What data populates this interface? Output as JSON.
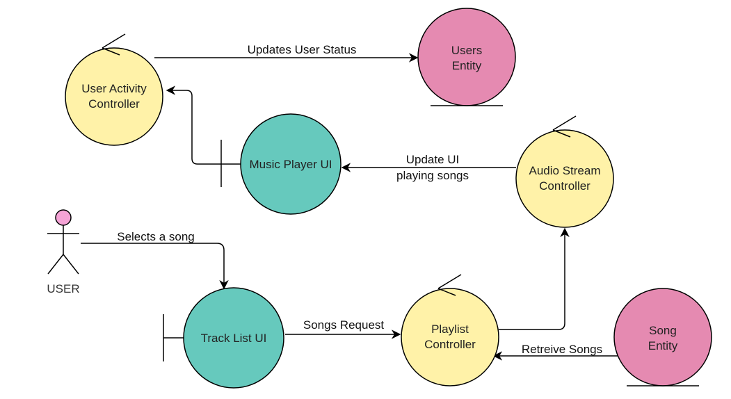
{
  "actor": {
    "label": "USER",
    "head_color": "#f5a3d6"
  },
  "nodes": {
    "user_activity_controller": {
      "lines": [
        "User Activity",
        "Controller"
      ],
      "kind": "controller"
    },
    "users_entity": {
      "lines": [
        "Users",
        "Entity"
      ],
      "kind": "entity"
    },
    "music_player_ui": {
      "lines": [
        "Music Player UI"
      ],
      "kind": "boundary"
    },
    "audio_stream_controller": {
      "lines": [
        "Audio Stream",
        "Controller"
      ],
      "kind": "controller"
    },
    "track_list_ui": {
      "lines": [
        "Track List UI"
      ],
      "kind": "boundary"
    },
    "playlist_controller": {
      "lines": [
        "Playlist",
        "Controller"
      ],
      "kind": "controller"
    },
    "song_entity": {
      "lines": [
        "Song",
        "Entity"
      ],
      "kind": "entity"
    }
  },
  "edges": {
    "updates_user_status": {
      "lines": [
        "Updates User Status"
      ]
    },
    "update_ui_playing_songs": {
      "lines": [
        "Update UI",
        "playing songs"
      ]
    },
    "selects_a_song": {
      "lines": [
        "Selects a song"
      ]
    },
    "songs_request": {
      "lines": [
        "Songs Request"
      ]
    },
    "retreive_songs": {
      "lines": [
        "Retreive Songs"
      ]
    }
  },
  "colors": {
    "controller_fill": "#fff2a8",
    "boundary_fill": "#66c9bd",
    "entity_fill": "#e58ab1"
  }
}
